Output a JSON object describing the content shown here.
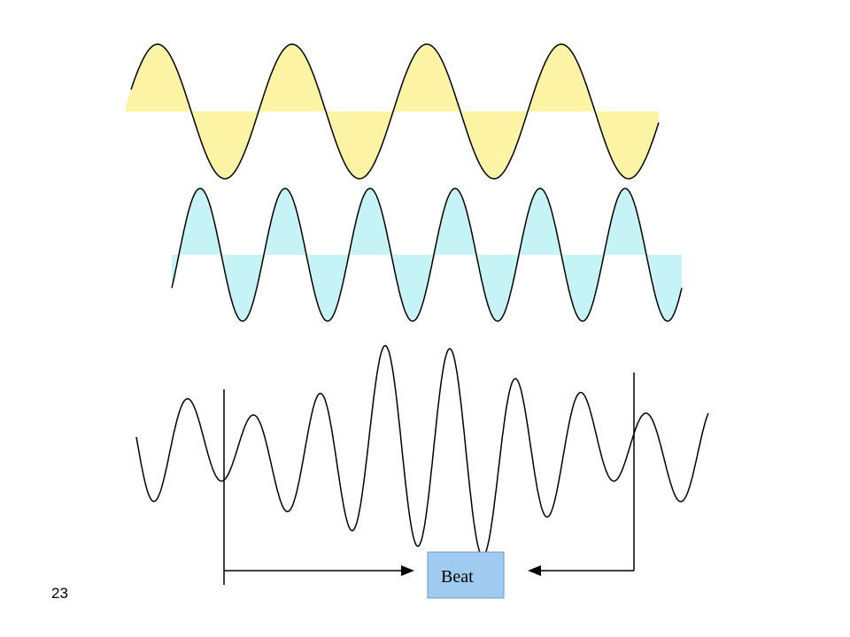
{
  "colors": {
    "wave1_fill": "#fcf4a4",
    "wave2_fill": "#c6f4f6",
    "stroke": "#000000",
    "beat_box_fill": "#9fcbf1",
    "beat_box_border": "#6e9cc7"
  },
  "waves": {
    "wave1": {
      "cycles": 4
    },
    "wave2": {
      "cycles": 6
    }
  },
  "beat": {
    "label": "Beat"
  },
  "page": {
    "number": "23"
  }
}
